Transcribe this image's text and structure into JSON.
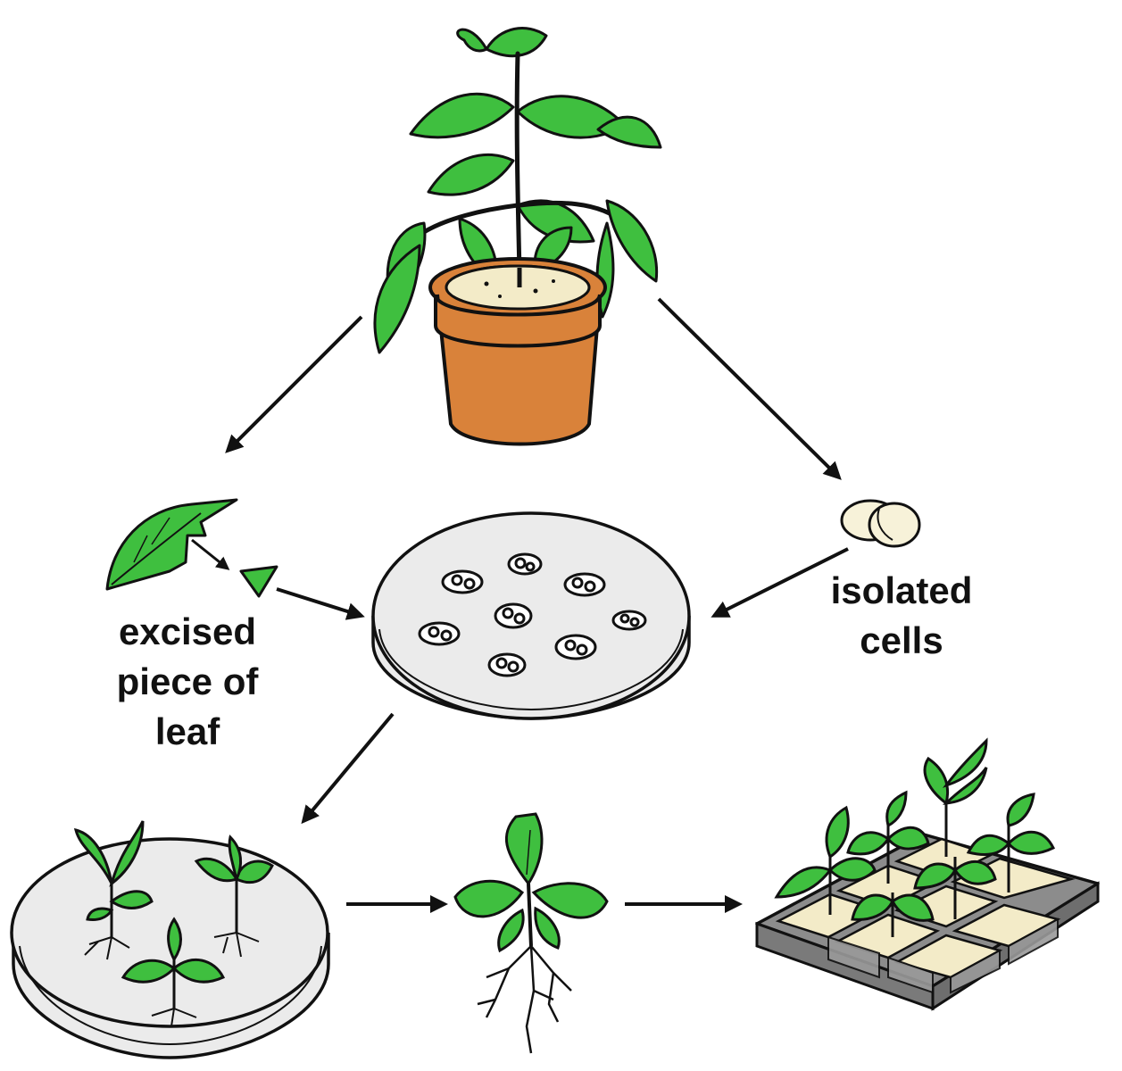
{
  "labels": {
    "leaf": [
      "excised",
      "piece of",
      "leaf"
    ],
    "cells": [
      "isolated",
      "cells"
    ]
  },
  "colors": {
    "leaf": "#3fbf3f",
    "leaf_dark": "#1f6f1f",
    "pot": "#d9823a",
    "soil": "#f3ebc8",
    "dish": "#ebebeb",
    "tray": "#8c8c8c",
    "cells": "#f7f2d9",
    "ink": "#111111"
  },
  "icons": {
    "parent_plant": "potted-plant-icon",
    "leaf_piece": "leaf-icon",
    "cells": "isolated-cells-icon",
    "culture_dish": "petri-dish-icon",
    "plantlet_dish": "plantlet-dish-icon",
    "plantlet": "rooted-plantlet-icon",
    "tray": "seedling-tray-icon"
  }
}
